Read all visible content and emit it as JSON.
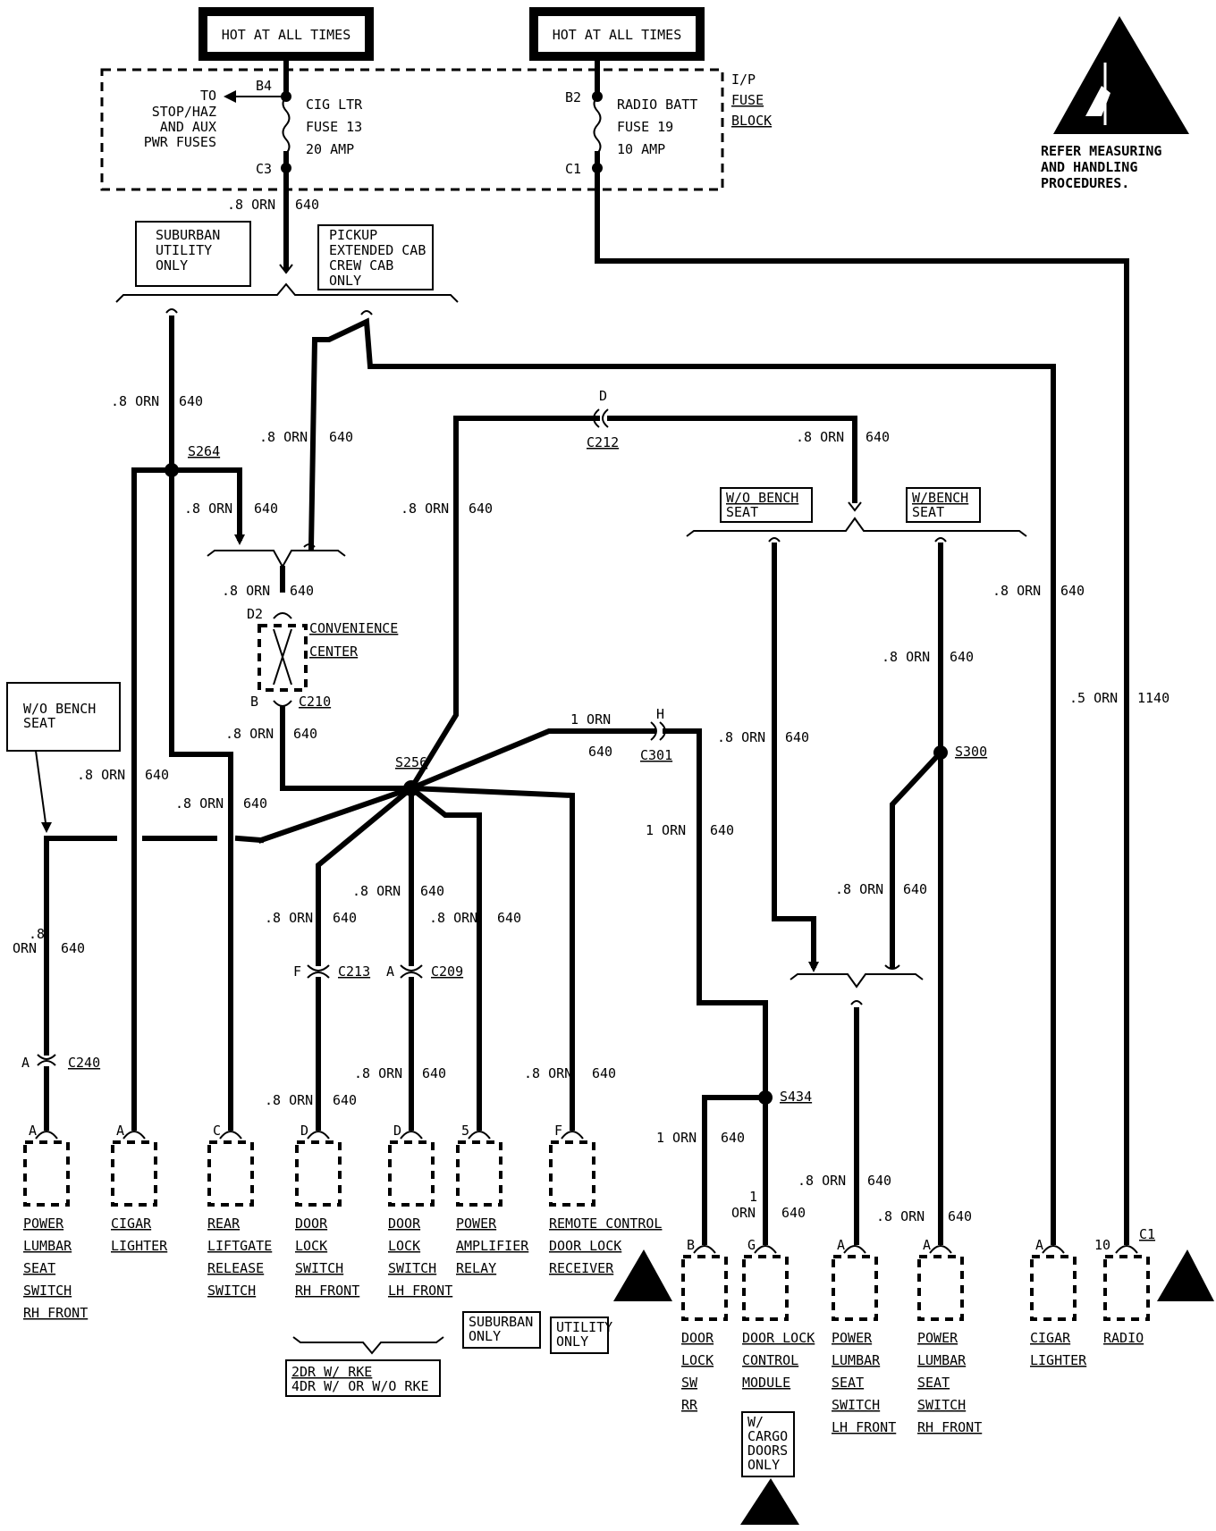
{
  "power": {
    "hot1": "HOT AT ALL TIMES",
    "hot2": "HOT AT ALL TIMES"
  },
  "fuse_block": {
    "label1": "I/P",
    "label2": "FUSE",
    "label3": "BLOCK",
    "fuse13": {
      "name": "CIG LTR",
      "fuse": "FUSE 13",
      "amp": "20 AMP",
      "in_pin": "B4",
      "out_pin": "C3"
    },
    "fuse19": {
      "name": "RADIO BATT",
      "fuse": "FUSE 19",
      "amp": "10 AMP",
      "in_pin": "B2",
      "out_pin": "C1"
    },
    "to_text": [
      "TO",
      "STOP/HAZ",
      "AND AUX",
      "PWR FUSES"
    ]
  },
  "esd": {
    "line1": "REFER MEASURING",
    "line2": "AND HANDLING",
    "line3": "PROCEDURES."
  },
  "notes": {
    "suburban": [
      "SUBURBAN",
      "UTILITY",
      "ONLY"
    ],
    "pickup": [
      "PICKUP",
      "EXTENDED CAB",
      "CREW CAB",
      "ONLY"
    ],
    "wo_bench_top": [
      "W/O BENCH",
      "SEAT"
    ],
    "w_bench": [
      "W/BENCH",
      "SEAT"
    ],
    "wo_bench_left": [
      "W/O BENCH",
      "SEAT"
    ],
    "suburban_only": [
      "SUBURBAN",
      "ONLY"
    ],
    "utility_only": [
      "UTILITY",
      "ONLY"
    ],
    "rke": [
      "2DR W/ RKE",
      "4DR W/ OR W/O RKE"
    ],
    "cargo": [
      "W/",
      "CARGO",
      "DOORS",
      "ONLY"
    ]
  },
  "wires": {
    "orn08": ".8 ORN",
    "orn1": "1 ORN",
    "orn05": ".5 ORN",
    "orn": "ORN",
    "dot8": ".8",
    "one": "1",
    "c640": "640",
    "c1140": "1140"
  },
  "splices": {
    "s264": "S264",
    "s256": "S256",
    "s300": "S300",
    "s434": "S434"
  },
  "connectors": {
    "c212": "C212",
    "c212_pin": "D",
    "c210": "C210",
    "c210_pin": "B",
    "d2": "D2",
    "c301": "C301",
    "c301_pin": "H",
    "c213": "C213",
    "c213_pin": "F",
    "c209": "C209",
    "c209_pin": "A",
    "c240": "C240",
    "c240_pin": "A",
    "conv": [
      "CONVENIENCE",
      "CENTER"
    ]
  },
  "components": [
    {
      "pin": "A",
      "lines": [
        "POWER",
        "LUMBAR",
        "SEAT",
        "SWITCH",
        "RH FRONT"
      ]
    },
    {
      "pin": "A",
      "lines": [
        "CIGAR",
        "LIGHTER"
      ]
    },
    {
      "pin": "C",
      "lines": [
        "REAR",
        "LIFTGATE",
        "RELEASE",
        "SWITCH"
      ]
    },
    {
      "pin": "D",
      "lines": [
        "DOOR",
        "LOCK",
        "SWITCH",
        "RH FRONT"
      ]
    },
    {
      "pin": "D",
      "lines": [
        "DOOR",
        "LOCK",
        "SWITCH",
        "LH FRONT"
      ]
    },
    {
      "pin": "5",
      "lines": [
        "POWER",
        "AMPLIFIER",
        "RELAY"
      ]
    },
    {
      "pin": "F",
      "lines": [
        "REMOTE CONTROL",
        "DOOR LOCK",
        "RECEIVER"
      ]
    },
    {
      "pin": "B",
      "lines": [
        "DOOR",
        "LOCK",
        "SW",
        "RR"
      ]
    },
    {
      "pin": "G",
      "lines": [
        "DOOR LOCK",
        "CONTROL",
        "MODULE"
      ]
    },
    {
      "pin": "A",
      "lines": [
        "POWER",
        "LUMBAR",
        "SEAT",
        "SWITCH",
        "LH FRONT"
      ]
    },
    {
      "pin": "A",
      "lines": [
        "POWER",
        "LUMBAR",
        "SEAT",
        "SWITCH",
        "RH FRONT"
      ]
    },
    {
      "pin": "A",
      "lines": [
        "CIGAR",
        "LIGHTER"
      ]
    },
    {
      "pin": "10",
      "lines": [
        "RADIO"
      ]
    }
  ],
  "radio_conn": "C1"
}
